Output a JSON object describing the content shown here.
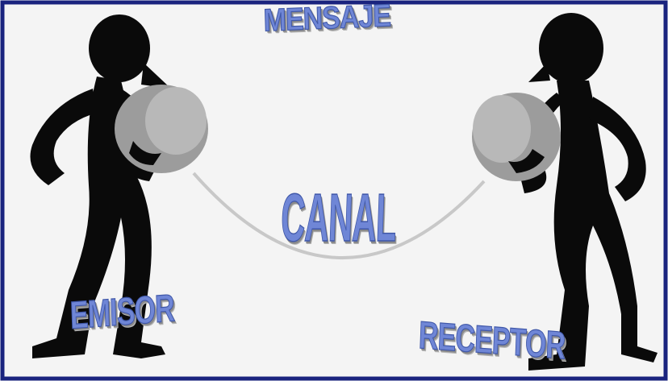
{
  "labels": {
    "mensaje": "MENSAJE",
    "canal": "CANAL",
    "emisor": "EMISOR",
    "receptor": "RECEPTOR"
  },
  "colors": {
    "frame": "#1a237e",
    "background": "#f4f4f4",
    "figure": "#0a0a0a",
    "can": "#9c9c9c",
    "string": "#c8c8c8",
    "wordart_fill": "#6f86d6"
  }
}
